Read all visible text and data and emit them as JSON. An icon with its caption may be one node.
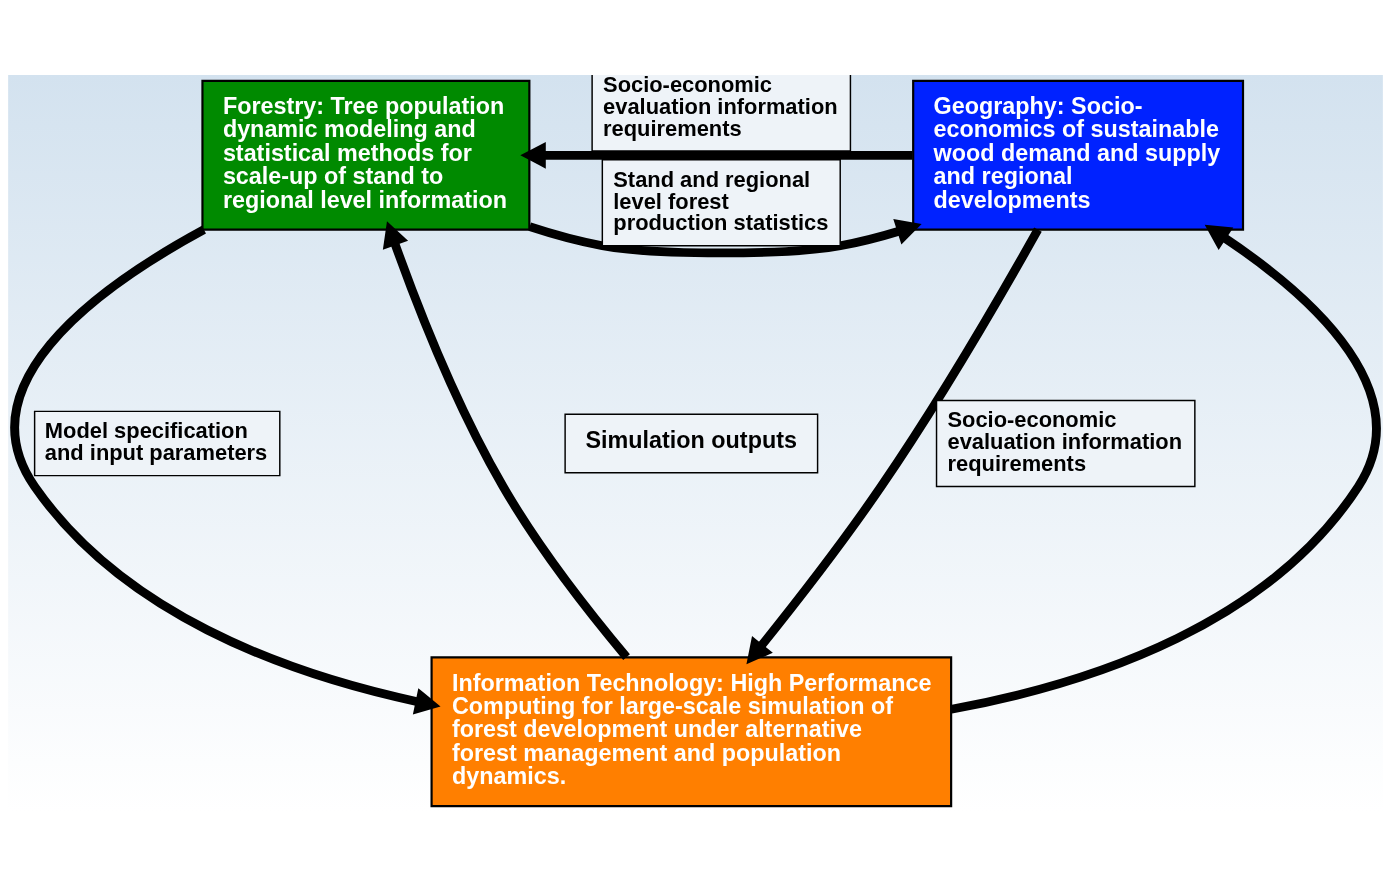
{
  "diagram": {
    "nodes": [
      {
        "text": [
          "Forestry: Tree population dynamic modeling and statistical methods for scale-up of stand to regional level information"
        ]
      },
      {
        "text": [
          "Geography: Socio-economics of sustainable wood demand and supply and regional developments"
        ]
      },
      {
        "text": [
          "Information Technology: High Performance Computing for large-scale simulation of forest development under alternative forest management and population dynamics."
        ]
      }
    ],
    "edges": [
      {
        "from": 0,
        "to": 1,
        "arrow": "to",
        "label": "Stand and regional level forest production statistics"
      },
      {
        "from": 1,
        "to": 0,
        "arrow": "to",
        "label": "Socio-economic evaluation information requirements"
      },
      {
        "from": 0,
        "to": 2,
        "arrow": "to",
        "label": "Model specification and input parameters"
      },
      {
        "from": 2,
        "to": 0,
        "arrow": "to"
      },
      {
        "from": 2,
        "to": 1,
        "arrow": "to"
      },
      {
        "from": 1,
        "to": 2,
        "arrow": "to",
        "label": "Socio-economic evaluation information requirements"
      }
    ],
    "labels": [
      "Simulation outputs"
    ]
  }
}
